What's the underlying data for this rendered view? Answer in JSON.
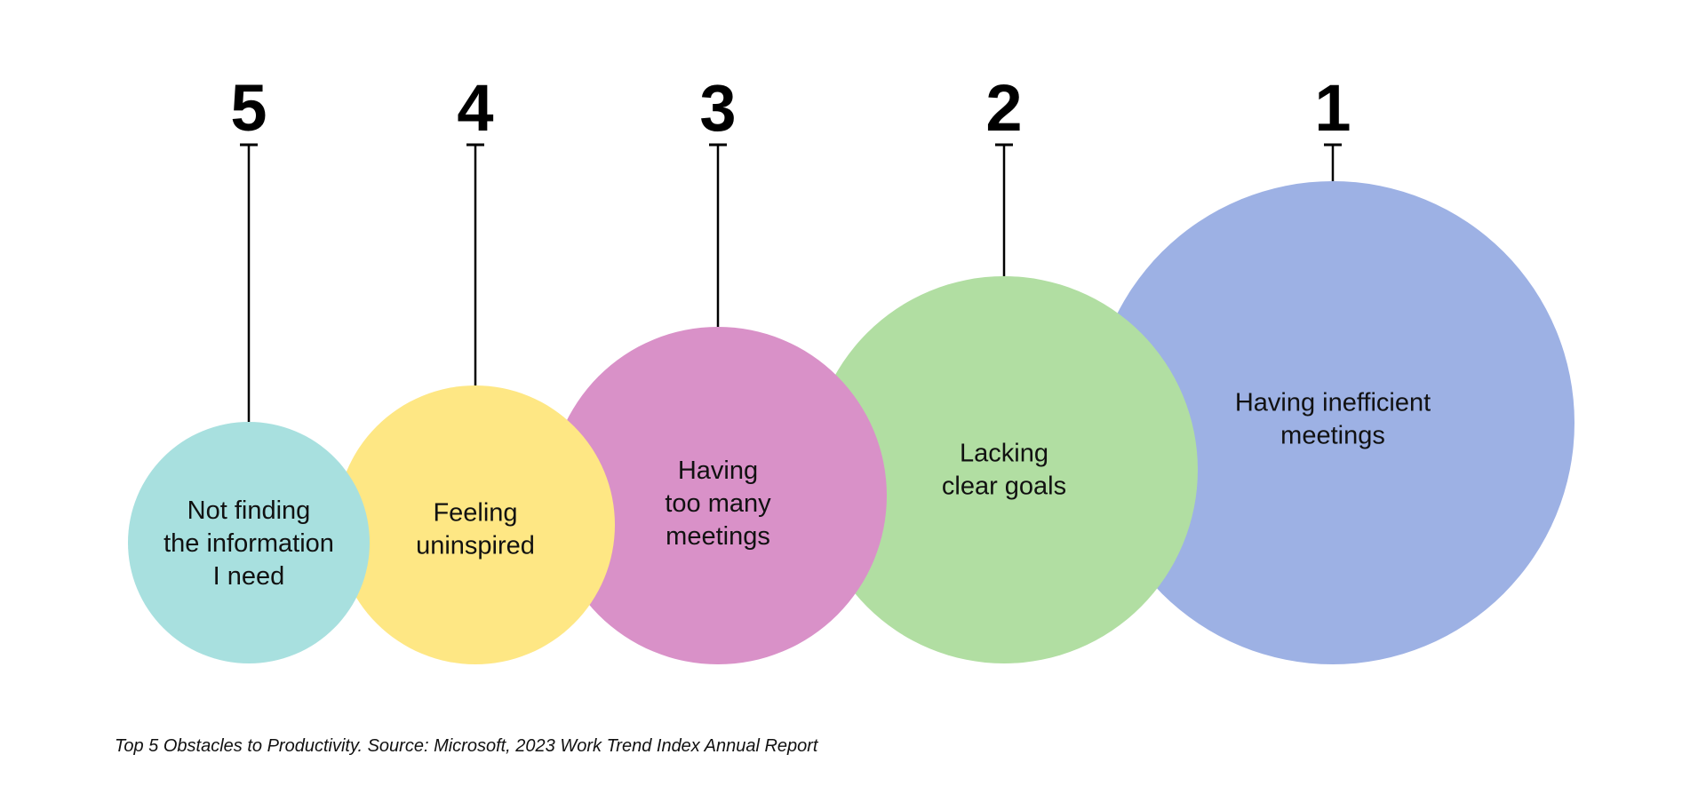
{
  "chart_data": {
    "type": "bubble-ranking",
    "title": "Top 5 Obstacles to Productivity",
    "caption": "Top 5 Obstacles to Productivity.  Source: Microsoft, 2023 Work Trend Index Annual Report",
    "items": [
      {
        "rank": "5",
        "label": [
          "Not finding",
          "the information",
          "I need"
        ],
        "color": "#a8e0df",
        "size": 1.0
      },
      {
        "rank": "4",
        "label": [
          "Feeling",
          "uninspired"
        ],
        "color": "#fee784",
        "size": 1.15
      },
      {
        "rank": "3",
        "label": [
          "Having",
          "too many",
          "meetings"
        ],
        "color": "#d991c8",
        "size": 1.4
      },
      {
        "rank": "2",
        "label": [
          "Lacking",
          "clear goals"
        ],
        "color": "#b1dea2",
        "size": 1.6
      },
      {
        "rank": "1",
        "label": [
          "Having inefficient",
          "meetings"
        ],
        "color": "#9db1e4",
        "size": 2.0
      }
    ]
  }
}
